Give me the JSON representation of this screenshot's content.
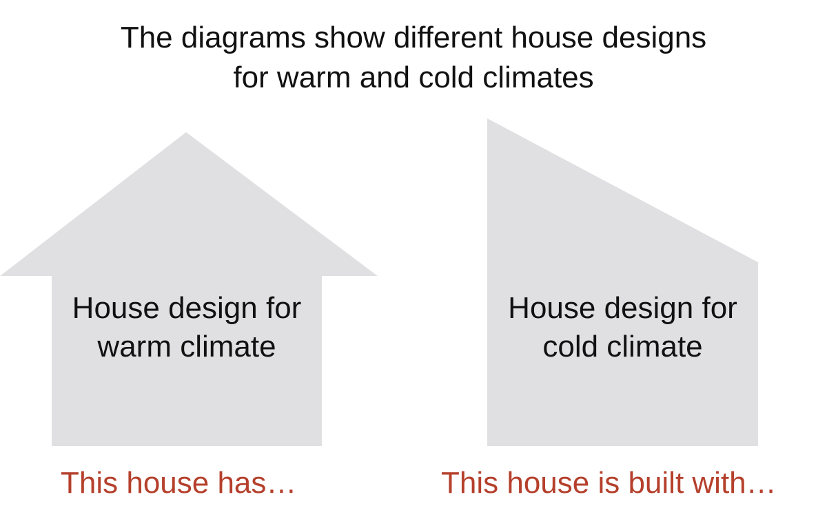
{
  "title": {
    "line1": "The diagrams show different house designs",
    "line2": "for warm and cold climates"
  },
  "houses": [
    {
      "label_line1": "House design for",
      "label_line2": "warm climate",
      "caption": "This house has…"
    },
    {
      "label_line1": "House design for",
      "label_line2": "cold climate",
      "caption": "This house is built with…"
    }
  ],
  "colors": {
    "house_fill": "#e0e0e2",
    "caption_text": "#b5402c",
    "body_text": "#111111"
  }
}
